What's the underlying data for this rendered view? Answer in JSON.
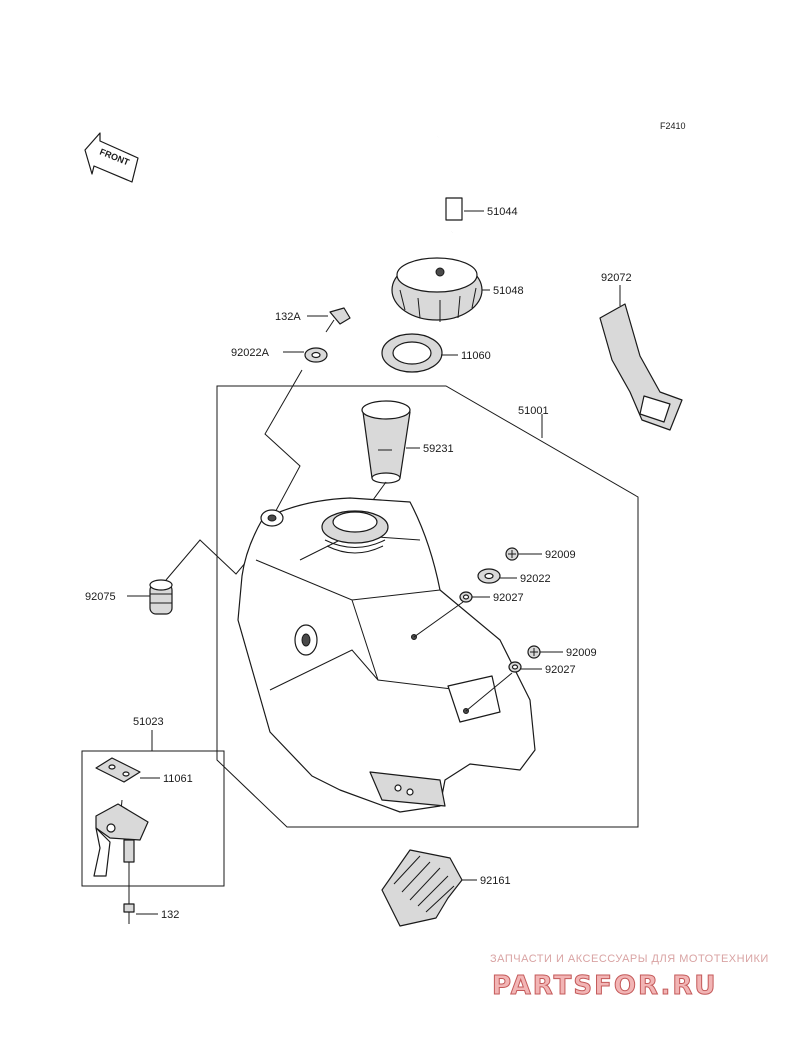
{
  "figure_code": "F2410",
  "front_indicator": "FRONT",
  "parts": {
    "breather_hose": "51044",
    "fuel_cap": "51048",
    "cap_gasket": "11060",
    "filler_strainer": "59231",
    "fuel_tank": "51001",
    "bolt_132a": "132A",
    "washer_92022a": "92022A",
    "damper_92075": "92075",
    "strap_92072": "92072",
    "screw_92009_a": "92009",
    "washer_92022": "92022",
    "collar_92027_a": "92027",
    "screw_92009_b": "92009",
    "collar_92027_b": "92027",
    "fuel_cock_assy": "51023",
    "gasket_11061": "11061",
    "bolt_132": "132",
    "pad_92161": "92161"
  },
  "watermark": {
    "tagline": "ЗАПЧАСТИ И АКСЕССУАРЫ ДЛЯ МОТОТЕХНИКИ",
    "brand": "PARTSFOR.RU"
  }
}
